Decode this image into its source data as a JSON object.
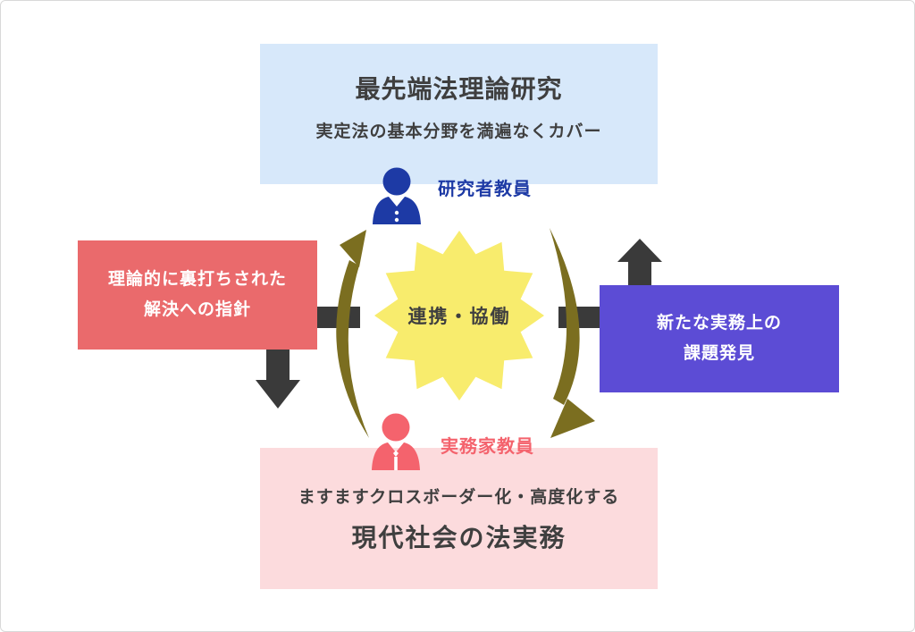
{
  "diagram": {
    "title_hint": "連携・協働 diagram (researcher faculty × practitioner faculty)",
    "theory_box": {
      "title": "最先端法理論研究",
      "subtitle": "実定法の基本分野を満遍なくカバー"
    },
    "practice_box": {
      "line1": "ますますクロスボーダー化・高度化する",
      "line2": "現代社会の法実務"
    },
    "guideline_box": {
      "line1": "理論的に裏打ちされた",
      "line2": "解決への指針"
    },
    "issues_box": {
      "line1": "新たな実務上の",
      "line2": "課題発見"
    },
    "center": {
      "label": "連携・協働",
      "shape": "starburst-12-point"
    },
    "researcher": {
      "label": "研究者教員",
      "icon": "person-icon"
    },
    "practitioner": {
      "label": "実務家教員",
      "icon": "person-tie-icon"
    },
    "arrows": {
      "cycle_left": "curved-arrow-up",
      "cycle_right": "curved-arrow-down",
      "left_output": "down-arrow",
      "right_output": "up-arrow"
    }
  },
  "colors": {
    "canvas_border": "#d9d9d9",
    "text_dark": "#3f3f3f",
    "white_text": "#ffffff",
    "theory_bg": "#d7e8fa",
    "practice_bg": "#fcdbdd",
    "guideline_bg": "#ea6a6c",
    "issues_bg": "#5c4cd5",
    "star_bg": "#f8ec6d",
    "olive": "#7b6e20",
    "dark": "#3a3a3a",
    "blue": "#1d3aa5",
    "salmon": "#f4636d"
  }
}
